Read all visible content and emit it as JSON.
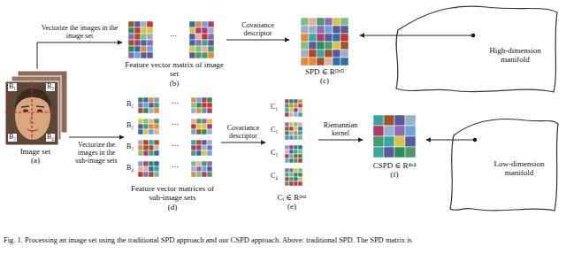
{
  "diagram": {
    "caption": "Fig. 1. Processing an image set using the traditional SPD approach and our CSPD approach. Above: traditional SPD. The SPD matrix is",
    "nodes": [
      {
        "text": [
          "Image set",
          "(a)"
        ]
      },
      {
        "text": [
          "Feature vector matrix of image set",
          "(b)"
        ]
      },
      {
        "text": [
          "SPD ∈ Rᴰˣᴰ",
          "(c)"
        ]
      },
      {
        "text": [
          "High-dimension manifold"
        ]
      },
      {
        "text": [
          "Feature vector matrices of sub-image sets",
          "(d)"
        ]
      },
      {
        "text": [
          "Cᵢ ∈ Rᵈˣᵈ",
          "(e)"
        ]
      },
      {
        "text": [
          "CSPD ∈ R⁴ˣ⁴",
          "(f)"
        ]
      },
      {
        "text": [
          "Low-dimension manifold"
        ]
      }
    ],
    "edges": [
      {
        "from": 0,
        "to": 1,
        "label": "Vectorize the images in the image set",
        "arrow": "to"
      },
      {
        "from": 1,
        "to": 2,
        "label": "Covariance descriptor",
        "arrow": "to"
      },
      {
        "from": 3,
        "to": 2,
        "arrow": "to"
      },
      {
        "from": 0,
        "to": 4,
        "label": "Vectorize the images in the sub-image sets",
        "arrow": "to"
      },
      {
        "from": 4,
        "to": 5,
        "label": "Covariance descriptor",
        "arrow": "to"
      },
      {
        "from": 5,
        "to": 6,
        "label": "Riemannian kernel",
        "arrow": "to"
      },
      {
        "from": 7,
        "to": 6,
        "arrow": "to"
      }
    ],
    "labels": [
      "B₁",
      "B₂",
      "B₃",
      "B₄",
      "⋯",
      "B₁",
      "B₂",
      "B₃",
      "B₄",
      "⋯",
      "⋯",
      "⋯",
      "⋯",
      "C₁",
      "C₂",
      "C₃",
      "C₄"
    ]
  }
}
